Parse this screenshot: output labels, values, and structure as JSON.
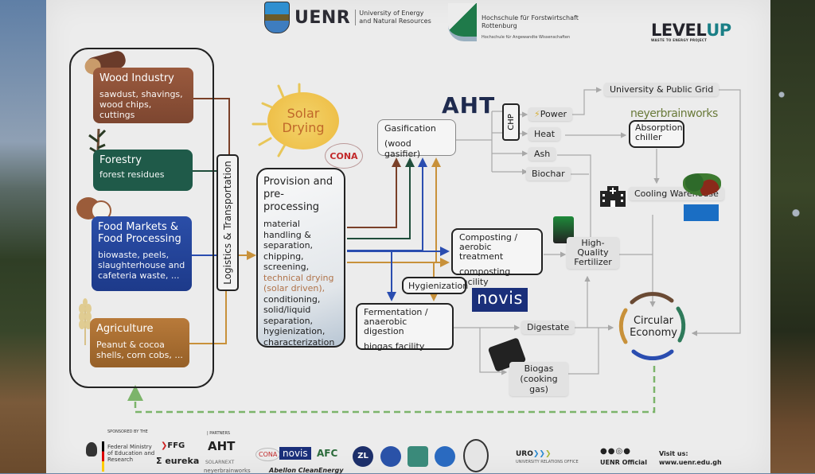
{
  "header": {
    "uenr": {
      "abbr": "UENR",
      "name_line1": "University of Energy",
      "name_line2": "and Natural Resources"
    },
    "hfr": {
      "line1": "Hochschule für Forstwirtschaft",
      "line2": "Rottenburg",
      "sub": "Hochschule für Angewandte Wissenschaften"
    },
    "levelup": {
      "word1": "LEVEL",
      "word2": "UP",
      "sub": "WASTE TO ENERGY PROJECT"
    }
  },
  "sources": [
    {
      "title": "Wood Industry",
      "desc": "sawdust, shavings, wood chips, cuttings",
      "color": "#8a4f36"
    },
    {
      "title": "Forestry",
      "desc": "forest residues",
      "color": "#1f5a49"
    },
    {
      "title": "Food Markets & Food Processing",
      "desc": "biowaste, peels, slaughterhouse and cafeteria waste, ...",
      "color": "#23449a"
    },
    {
      "title": "Agriculture",
      "desc": "Peanut & cocoa shells, corn cobs, ...",
      "color": "#a86d32"
    }
  ],
  "logistics": "Logistics & Transportation",
  "solar": {
    "line1": "Solar",
    "line2": "Drying",
    "partner": "CONA"
  },
  "provision": {
    "title": "Provision and pre-processing",
    "steps": [
      "material handling & separation,",
      "chipping,",
      "screening,",
      "technical drying (solar driven),",
      "conditioning,",
      "solid/liquid separation,",
      "hygienization,",
      "characterization"
    ]
  },
  "gasification": {
    "title": "Gasification",
    "sub": "(wood gasifier)",
    "partner": "AHT"
  },
  "chp": "CHP",
  "gas_outputs": [
    "Power",
    "Heat",
    "Ash",
    "Biochar"
  ],
  "grid": "University & Public Grid",
  "absorption": {
    "partner": "neyerbrainworks",
    "label": "Absorption chiller"
  },
  "cooling": "Cooling Warehouse",
  "composting": {
    "title": "Composting / aerobic treatment",
    "sub": "composting facility"
  },
  "hygienization": "Hygienization",
  "novis": "novis",
  "fermentation": {
    "title": "Fermentation / anaerobic digestion",
    "sub": "biogas facility"
  },
  "fertilizer": "High-Quality Fertilizer",
  "digestate": "Digestate",
  "biogas": "Biogas (cooking gas)",
  "circular": "Circular Economy",
  "flow_colors": {
    "wood": "#7a4028",
    "forestry": "#1f4d3a",
    "food": "#2a4db0",
    "agriculture": "#c8913a",
    "grey": "#a8a8a8",
    "loop": "#7cb46a"
  },
  "footer": {
    "sponsored_by": "SPONSORED BY THE",
    "ministry": "Federal Ministry of Education and Research",
    "ffg": "FFG",
    "eureka": "eureka",
    "partners": "| PARTNERS",
    "partner_logos": [
      "AHT",
      "SOLARNEXT",
      "CONA",
      "novis",
      "AFC",
      "ZL",
      "neyerbrainworks",
      "Abellon CleanEnergy"
    ],
    "uro": "URO",
    "uro_sub": "UNIVERSITY RELATIONS OFFICE",
    "social": "UENR Official",
    "visit": "Visit us:",
    "url": "www.uenr.edu.gh"
  }
}
